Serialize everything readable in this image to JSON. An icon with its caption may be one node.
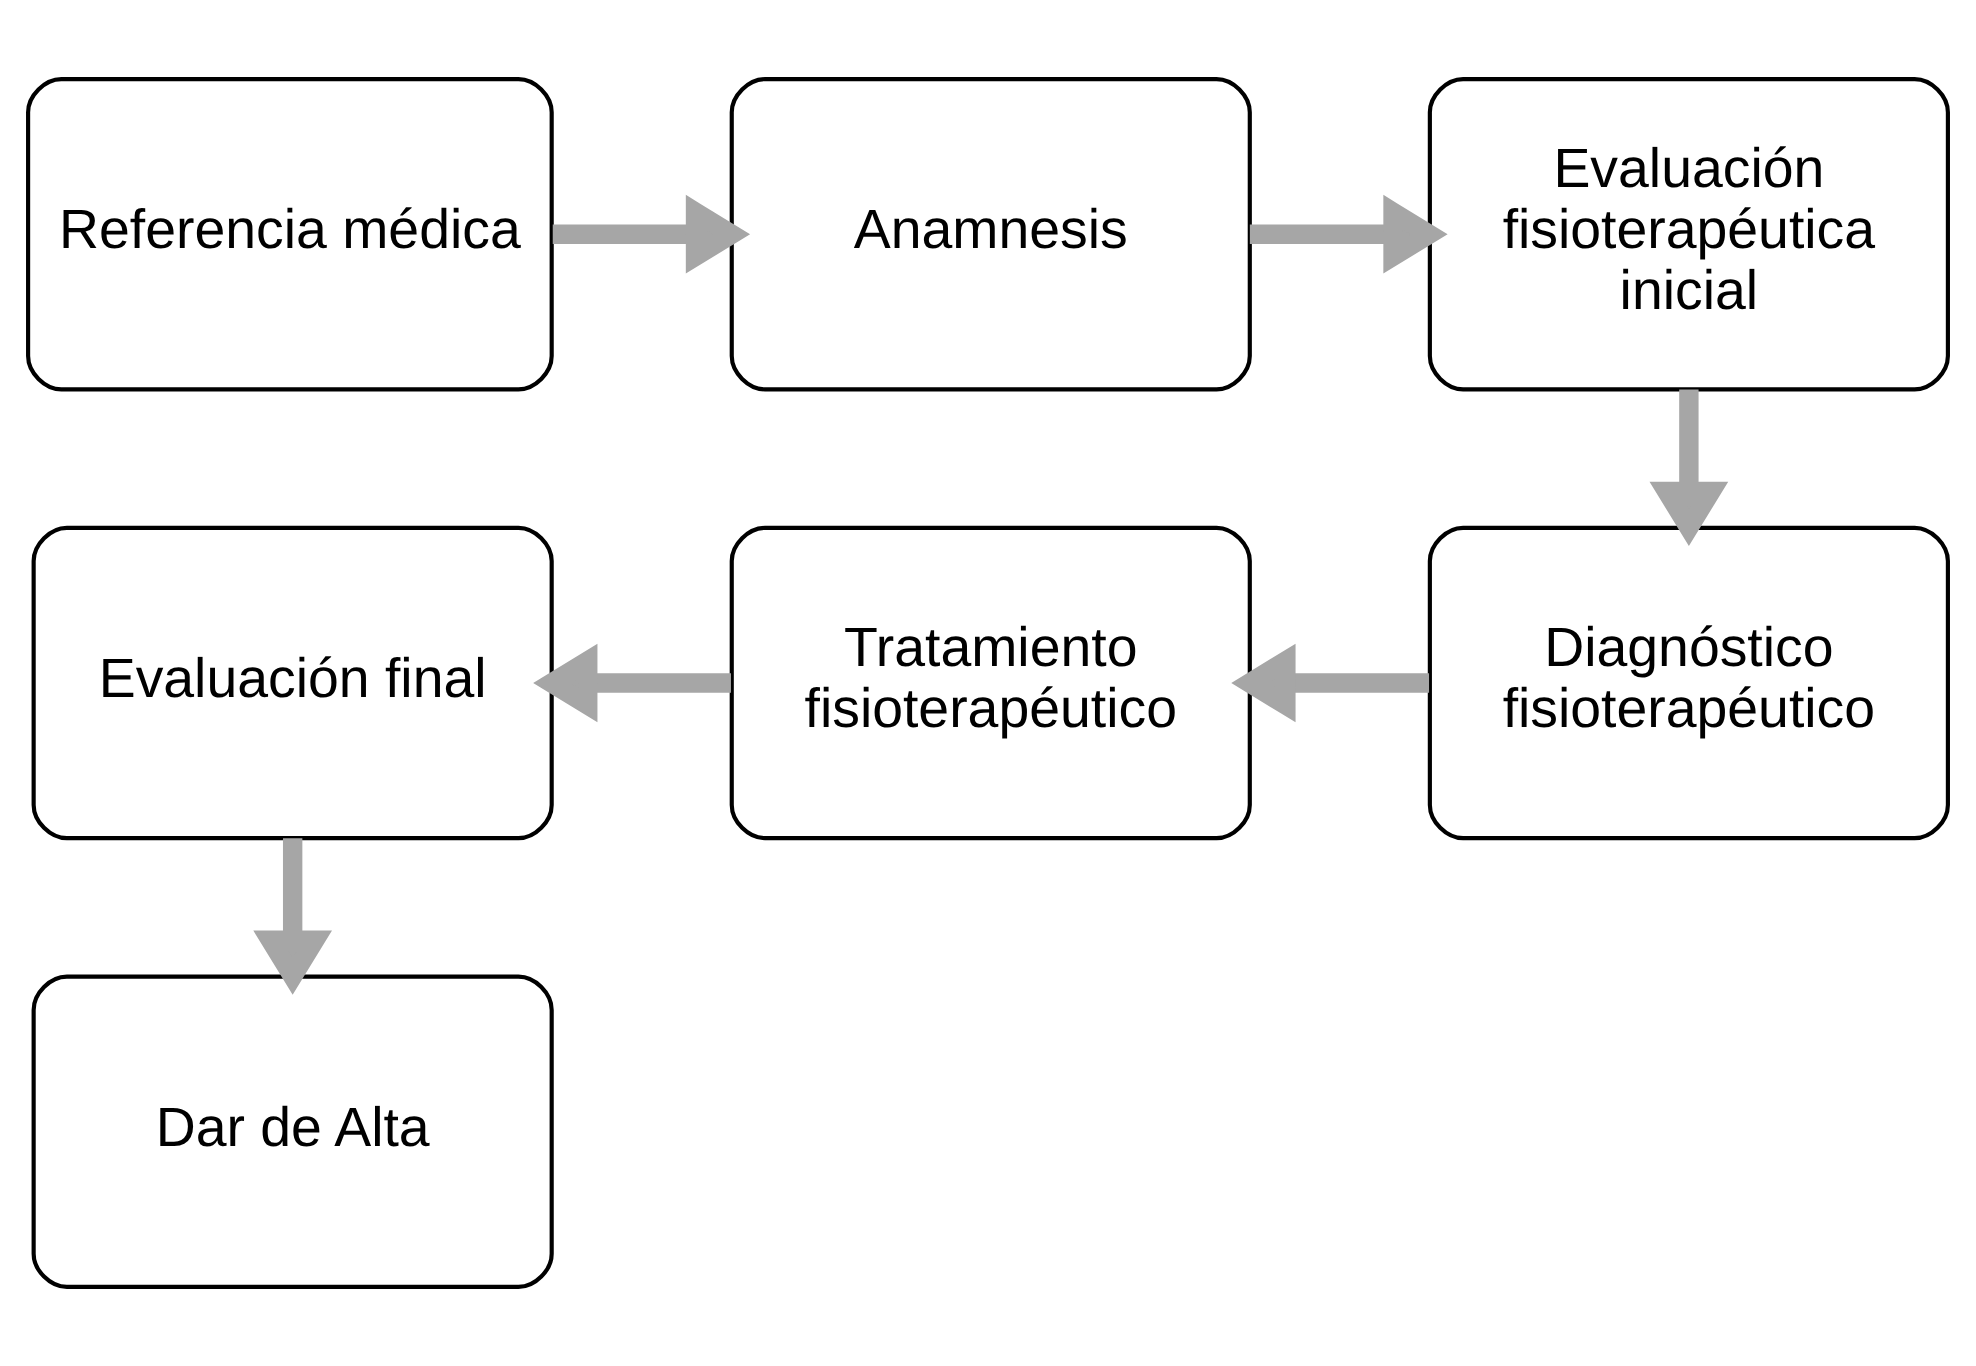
{
  "diagram": {
    "nodes": [
      {
        "text": [
          "Referencia médica"
        ]
      },
      {
        "text": [
          "Anamnesis"
        ]
      },
      {
        "text": [
          "Evaluación fisioterapéutica inicial"
        ]
      },
      {
        "text": [
          "Diagnóstico fisioterapéutico"
        ]
      },
      {
        "text": [
          "Tratamiento fisioterapéutico"
        ]
      },
      {
        "text": [
          "Evaluación final"
        ]
      },
      {
        "text": [
          "Dar de Alta"
        ]
      }
    ],
    "edges": [
      {
        "from": 0,
        "to": 1,
        "arrow": "to"
      },
      {
        "from": 1,
        "to": 2,
        "arrow": "to"
      },
      {
        "from": 2,
        "to": 3,
        "arrow": "to"
      },
      {
        "from": 3,
        "to": 4,
        "arrow": "to"
      },
      {
        "from": 4,
        "to": 5,
        "arrow": "to"
      },
      {
        "from": 5,
        "to": 6,
        "arrow": "to"
      }
    ]
  }
}
